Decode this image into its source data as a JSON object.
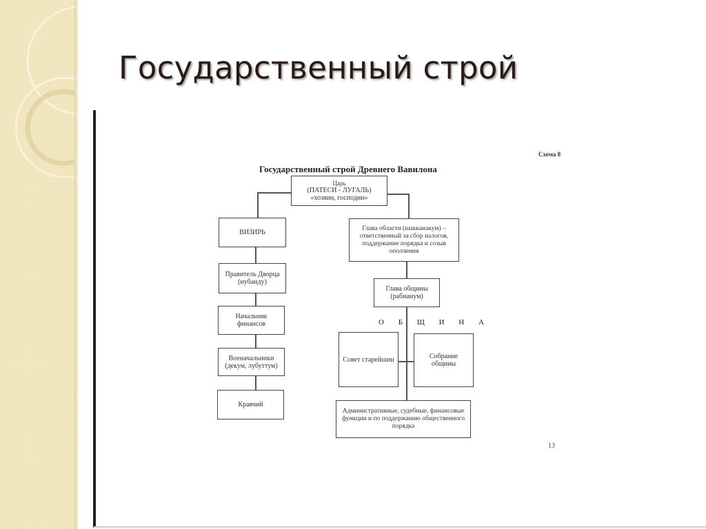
{
  "slide": {
    "title": "Государственный строй"
  },
  "document": {
    "scheme_label": "Схема 8",
    "title": "Государственный строй Древнего Вавилона",
    "page_number": "13",
    "community_label": "О Б Щ И Н А"
  },
  "nodes": {
    "king_title": "Царь",
    "king_desc": "(ПАТЕСИ - ЛУГАЛЬ) «хозяин, господин»",
    "vizier": "ВИЗИРЬ",
    "palace_ruler": "Правитель Дворца (нубанду)",
    "finance_chief": "Начальник финансов",
    "military_chiefs": "Военачальники (декум, лубуттум)",
    "cupbearer": "Кравчий",
    "region_head": "Глава области (шаккан­акум) – ответственный за сбор налогов, поддержание порядка и созыв ополчения",
    "community_head": "Глава общины (рабианум)",
    "elders_council": "Совет старейшин",
    "community_assembly": "Собрание общины",
    "functions": "Административные, судебные, финансовые функции и по поддержанию общественного порядка"
  }
}
